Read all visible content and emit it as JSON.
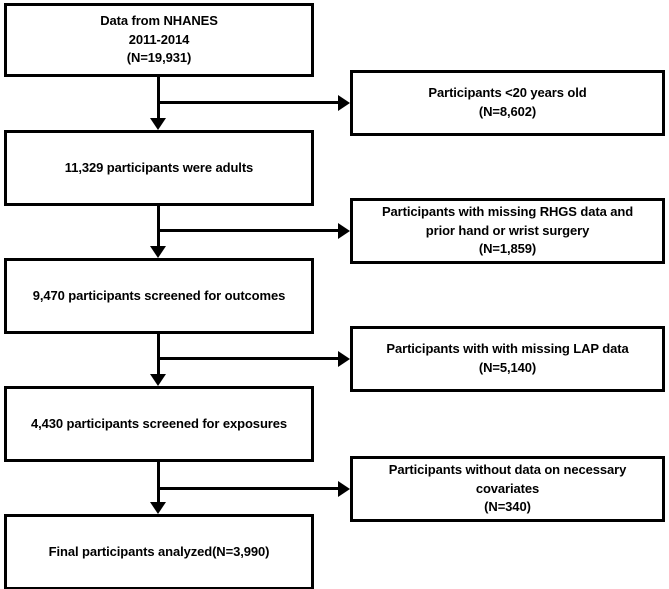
{
  "figure": {
    "type": "flowchart",
    "title": "Participant selection flow diagram"
  },
  "main_flow": [
    {
      "id": "source",
      "text": "Data from NHANES\n2011-2014\n(N=19,931)"
    },
    {
      "id": "adults",
      "text": "11,329 participants were adults"
    },
    {
      "id": "outcomes",
      "text": "9,470 participants screened for outcomes"
    },
    {
      "id": "exposures",
      "text": "4,430 participants screened for exposures"
    },
    {
      "id": "final",
      "text": "Final participants analyzed(N=3,990)"
    }
  ],
  "exclusions": [
    {
      "id": "age",
      "text": "Participants <20 years old\n(N=8,602)"
    },
    {
      "id": "rhgs",
      "text": "Participants with missing RHGS data and\nprior hand or wrist surgery\n(N=1,859)"
    },
    {
      "id": "lap",
      "text": "Participants with with missing LAP data\n(N=5,140)"
    },
    {
      "id": "covariates",
      "text": "Participants without data on necessary\ncovariates\n(N=340)"
    }
  ],
  "style": {
    "line_color": "#000000",
    "box_fill": "#ffffff",
    "text_color": "#000000"
  }
}
